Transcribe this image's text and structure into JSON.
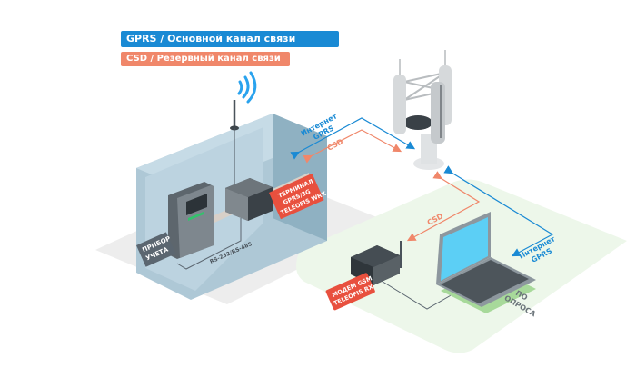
{
  "legend": {
    "primary": {
      "label": "GPRS / Основной канал связи",
      "color": "#1a8ad4"
    },
    "backup": {
      "label": "CSD / Резервный канал связи",
      "color": "#f0876a"
    }
  },
  "site": {
    "meter_label_line1": "ПРИБОР",
    "meter_label_line2": "УЧЕТА",
    "terminal_label_line1": "ТЕРМИНАЛ",
    "terminal_label_line2": "GPRS/3G",
    "terminal_label_line3": "TELEOFIS WRX",
    "bus_label": "RS-232/RS-485"
  },
  "links": {
    "site_to_tower_gprs_line1": "Интернет",
    "site_to_tower_gprs_line2": "GPRS",
    "site_to_tower_csd": "CSD",
    "tower_to_modem_csd": "CSD",
    "tower_to_laptop_gprs_line1": "Интернет",
    "tower_to_laptop_gprs_line2": "GPRS"
  },
  "operator": {
    "modem_label_line1": "МОДЕМ GSM",
    "modem_label_line2": "TELEOFIS RX",
    "laptop_label_line1": "ПО",
    "laptop_label_line2": "ОПРОСА"
  },
  "colors": {
    "label_red": "#e8503e",
    "gray_label": "#5b6670",
    "screen": "#5ccff5",
    "cabinet": "#b7cfdc",
    "zone_green": "#eef7ec",
    "zone_gray": "#eeeeee"
  }
}
